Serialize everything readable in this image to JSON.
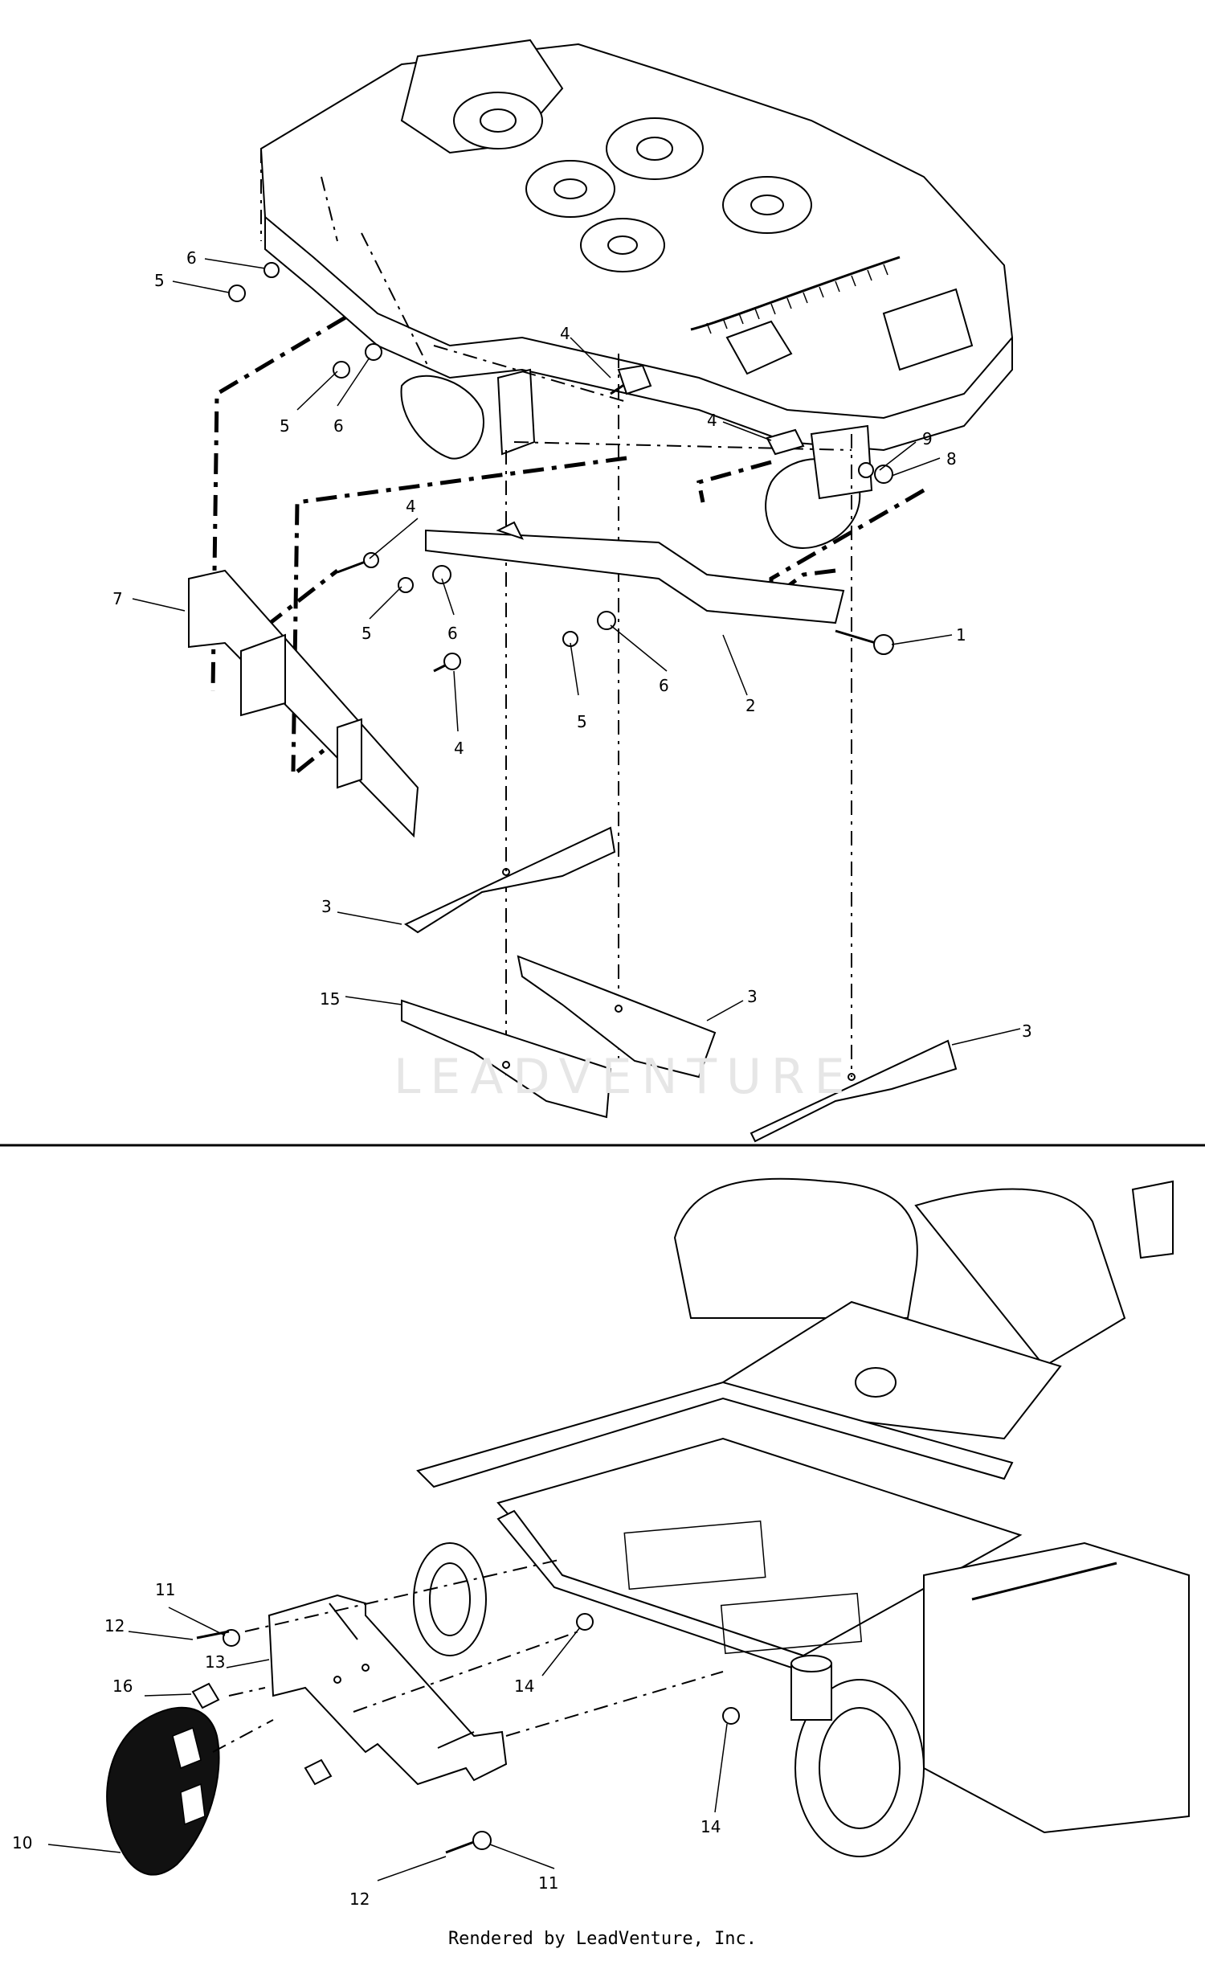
{
  "callouts_top": [
    {
      "id": "c6a",
      "text": "6"
    },
    {
      "id": "c5a",
      "text": "5"
    },
    {
      "id": "c4a",
      "text": "4"
    },
    {
      "id": "c5b",
      "text": "5"
    },
    {
      "id": "c6b",
      "text": "6"
    },
    {
      "id": "c4b",
      "text": "4"
    },
    {
      "id": "c9",
      "text": "9"
    },
    {
      "id": "c8",
      "text": "8"
    },
    {
      "id": "c4c",
      "text": "4"
    },
    {
      "id": "c7",
      "text": "7"
    },
    {
      "id": "c1",
      "text": "1"
    },
    {
      "id": "c5c",
      "text": "5"
    },
    {
      "id": "c6c",
      "text": "6"
    },
    {
      "id": "c6d",
      "text": "6"
    },
    {
      "id": "c2",
      "text": "2"
    },
    {
      "id": "c5d",
      "text": "5"
    },
    {
      "id": "c4d",
      "text": "4"
    },
    {
      "id": "c3a",
      "text": "3"
    },
    {
      "id": "c15",
      "text": "15"
    },
    {
      "id": "c3b",
      "text": "3"
    },
    {
      "id": "c3c",
      "text": "3"
    }
  ],
  "callouts_bottom": [
    {
      "id": "c11a",
      "text": "11"
    },
    {
      "id": "c12a",
      "text": "12"
    },
    {
      "id": "c13",
      "text": "13"
    },
    {
      "id": "c14a",
      "text": "14"
    },
    {
      "id": "c16",
      "text": "16"
    },
    {
      "id": "c14b",
      "text": "14"
    },
    {
      "id": "c10",
      "text": "10"
    },
    {
      "id": "c12b",
      "text": "12"
    },
    {
      "id": "c11b",
      "text": "11"
    }
  ],
  "watermark": "LEADVENTURE",
  "footer": "Rendered by LeadVenture, Inc."
}
